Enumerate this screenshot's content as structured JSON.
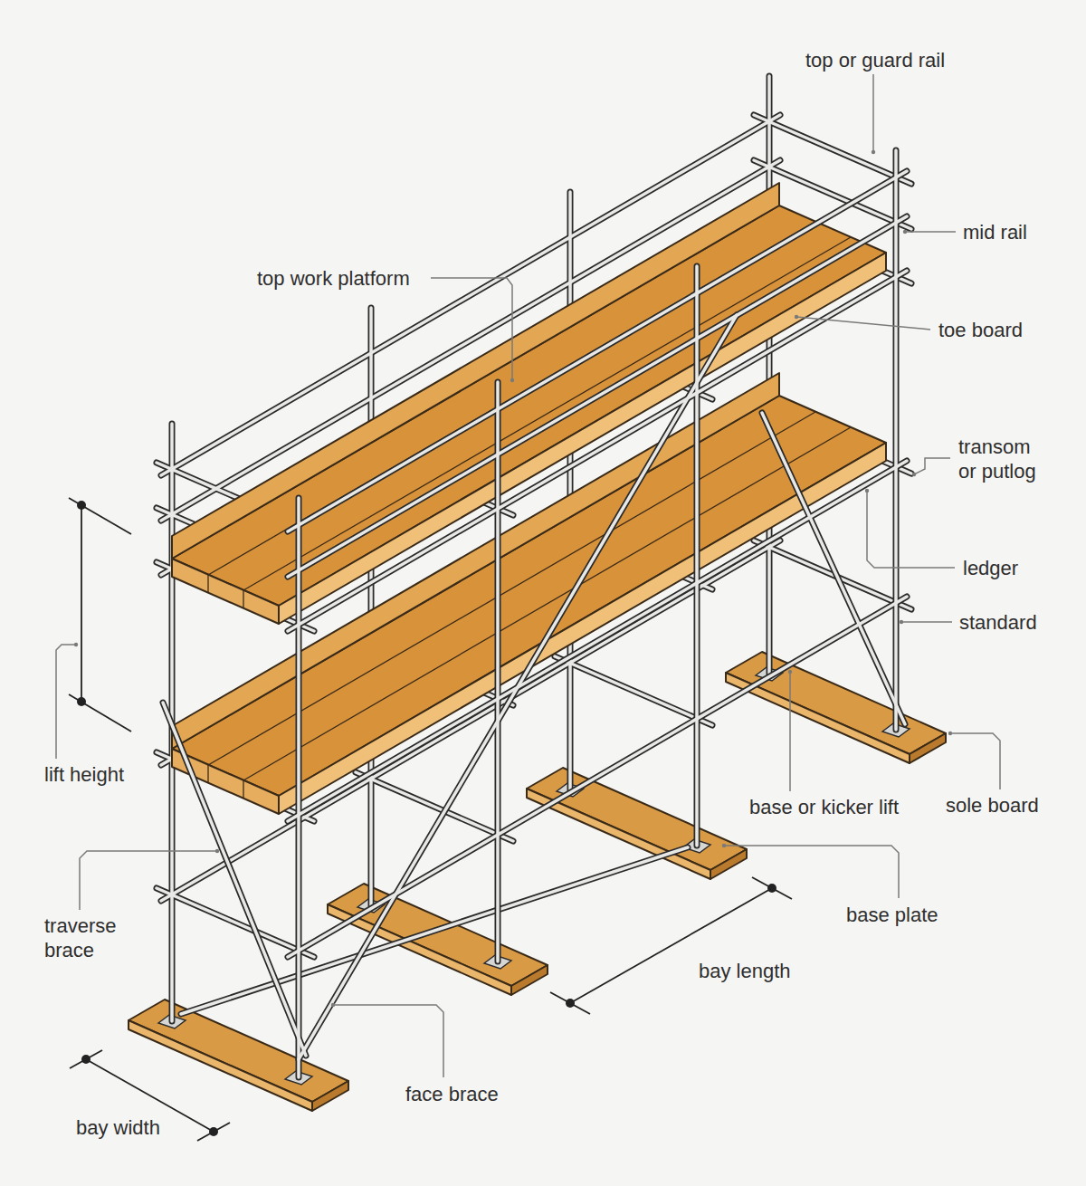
{
  "diagram": {
    "labels": [
      "top or guard rail",
      "mid rail",
      "top work platform",
      "toe board",
      "transom or putlog",
      "ledger",
      "standard",
      "lift height",
      "sole board",
      "base or kicker lift",
      "base plate",
      "traverse brace",
      "bay length",
      "face brace",
      "bay width"
    ]
  }
}
